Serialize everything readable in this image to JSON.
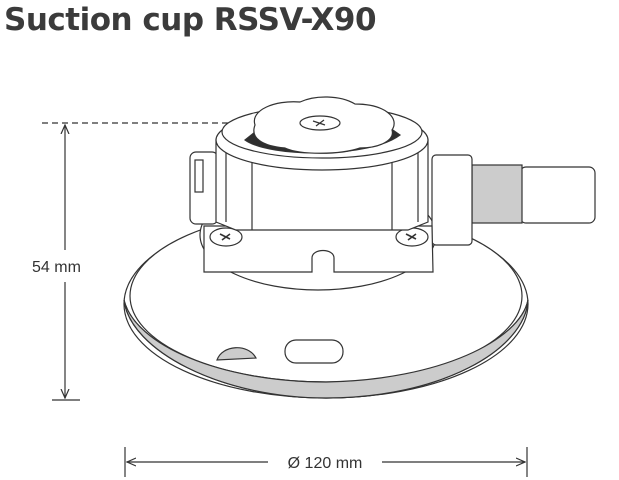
{
  "title": "Suction cup RSSV-X90",
  "dimensions": {
    "height_label": "54 mm",
    "diameter_label": "Ø 120 mm"
  },
  "colors": {
    "title": "#3b3b3b",
    "line": "#333333",
    "shade": "#cccccc",
    "dark": "#2e2e2e"
  }
}
